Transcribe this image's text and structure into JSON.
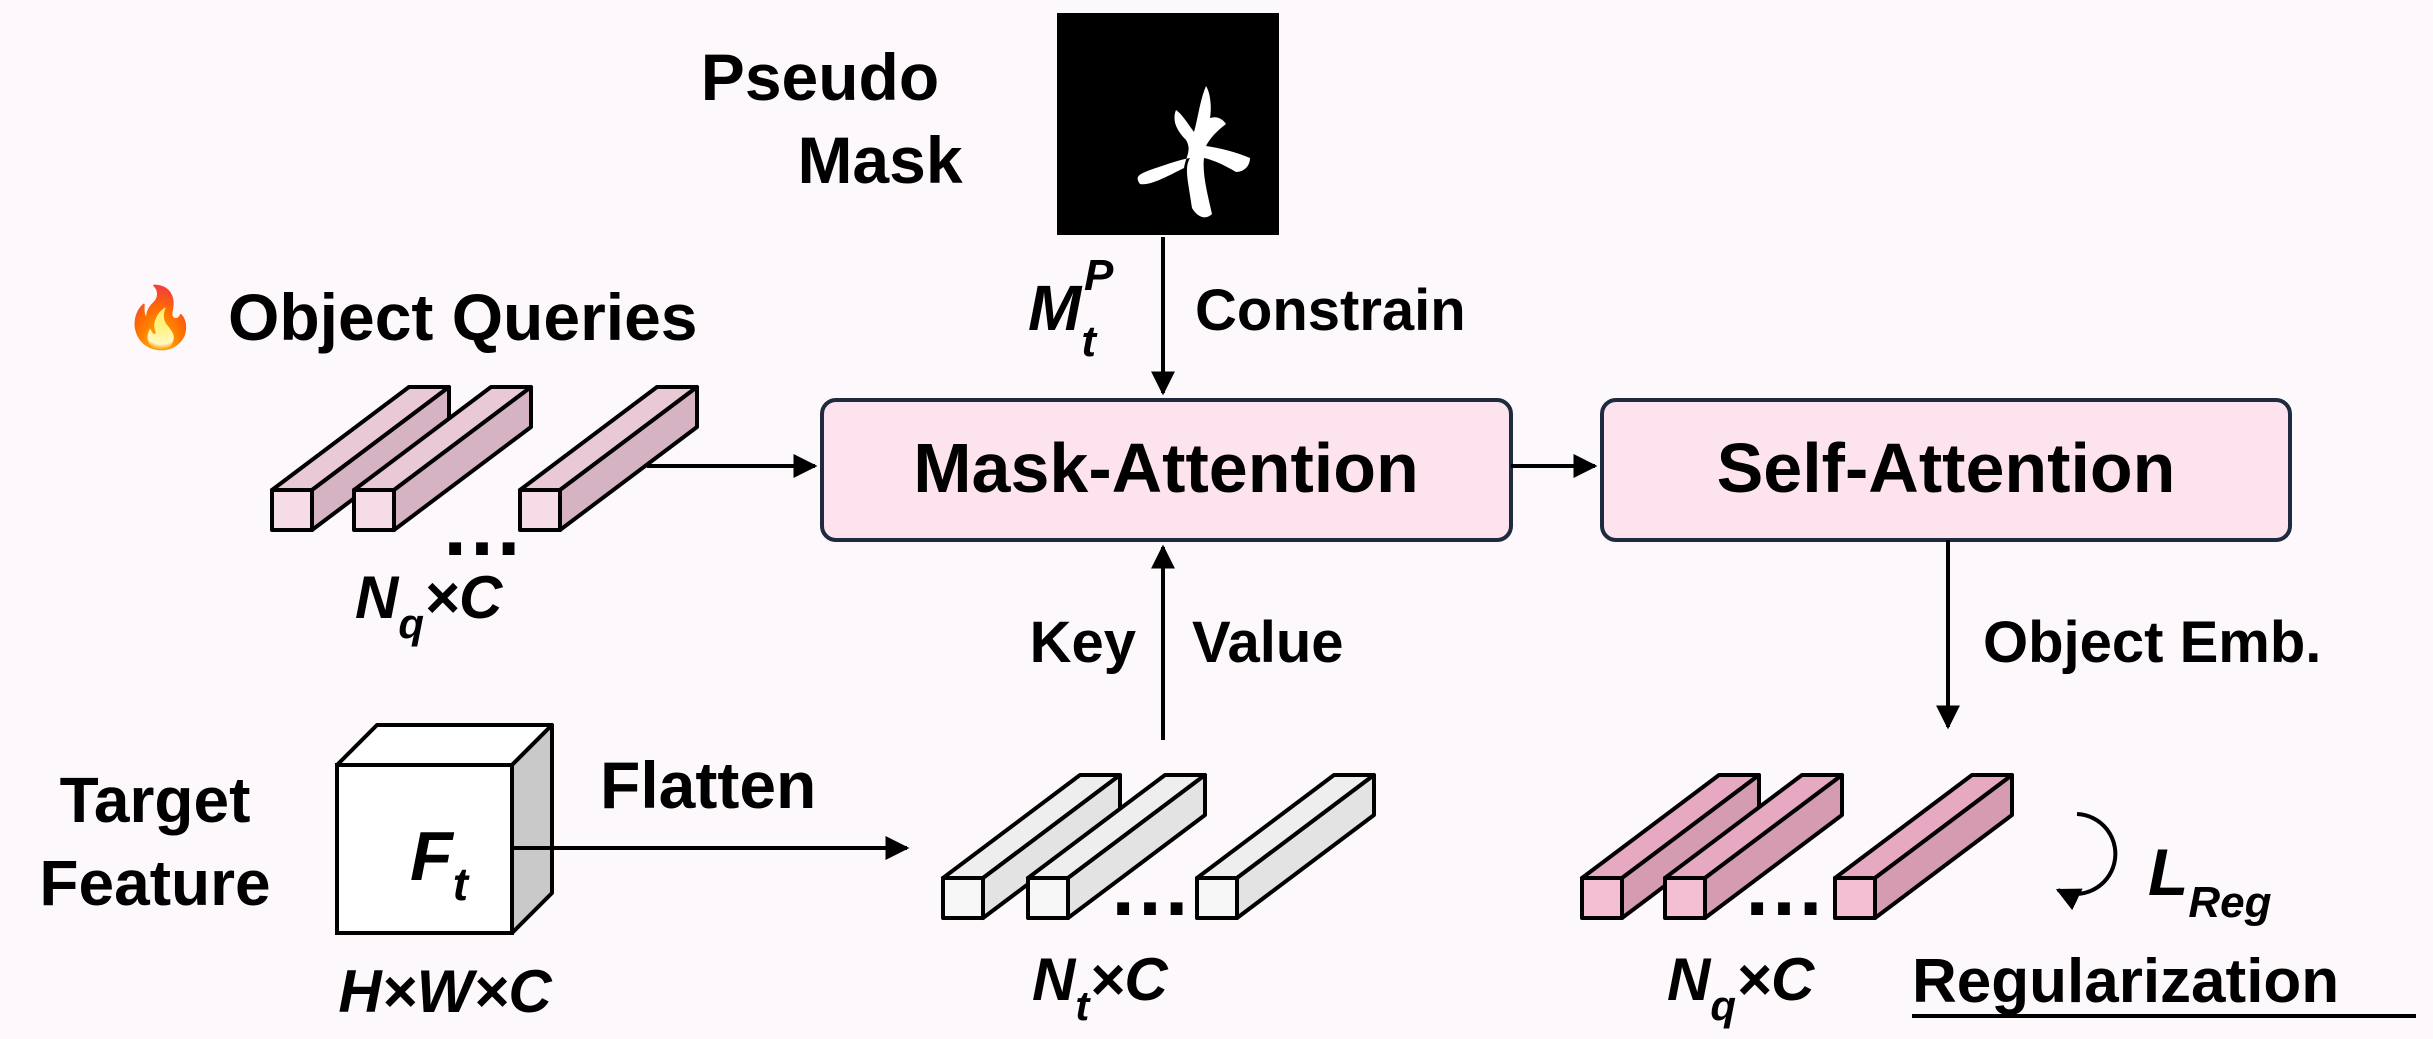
{
  "pseudo_mask": {
    "line1": "Pseudo",
    "line2": "Mask",
    "symbol_base": "M",
    "symbol_sub": "t",
    "symbol_sup": "P",
    "constrain_label": "Constrain"
  },
  "object_queries": {
    "icon": "fire-icon",
    "label": "Object Queries",
    "dim_base": "N",
    "dim_sub": "q",
    "dim_rest": "×C",
    "ellipsis": "…"
  },
  "mask_attention": {
    "label": "Mask-Attention"
  },
  "self_attention": {
    "label": "Self-Attention"
  },
  "key_label": "Key",
  "value_label": "Value",
  "object_emb_label": "Object Emb.",
  "target_feature": {
    "line1": "Target",
    "line2": "Feature",
    "cube_base": "F",
    "cube_sub": "t",
    "dim": "H×W×C",
    "flatten_label": "Flatten"
  },
  "flattened_tokens": {
    "dim_base": "N",
    "dim_sub": "t",
    "dim_rest": "×C",
    "ellipsis": "…"
  },
  "output_embeddings": {
    "dim_base": "N",
    "dim_sub": "q",
    "dim_rest": "×C",
    "ellipsis": "…"
  },
  "regularization": {
    "loss_base": "L",
    "loss_sub": "Reg",
    "label": "Regularization"
  },
  "colors": {
    "box_fill": "#fde3ee",
    "box_stroke": "#1e2a3d",
    "query_front": "#f6dce6",
    "query_top": "#e9c9d6",
    "query_side": "#d6b3c2",
    "token_front": "#f7f7f7",
    "token_top": "#eeeeee",
    "token_side": "#e3e3e3",
    "output_front": "#f5bfd3",
    "output_top": "#e6a9c1",
    "output_side": "#d49bb1",
    "cube_side": "#c9c9c9"
  }
}
